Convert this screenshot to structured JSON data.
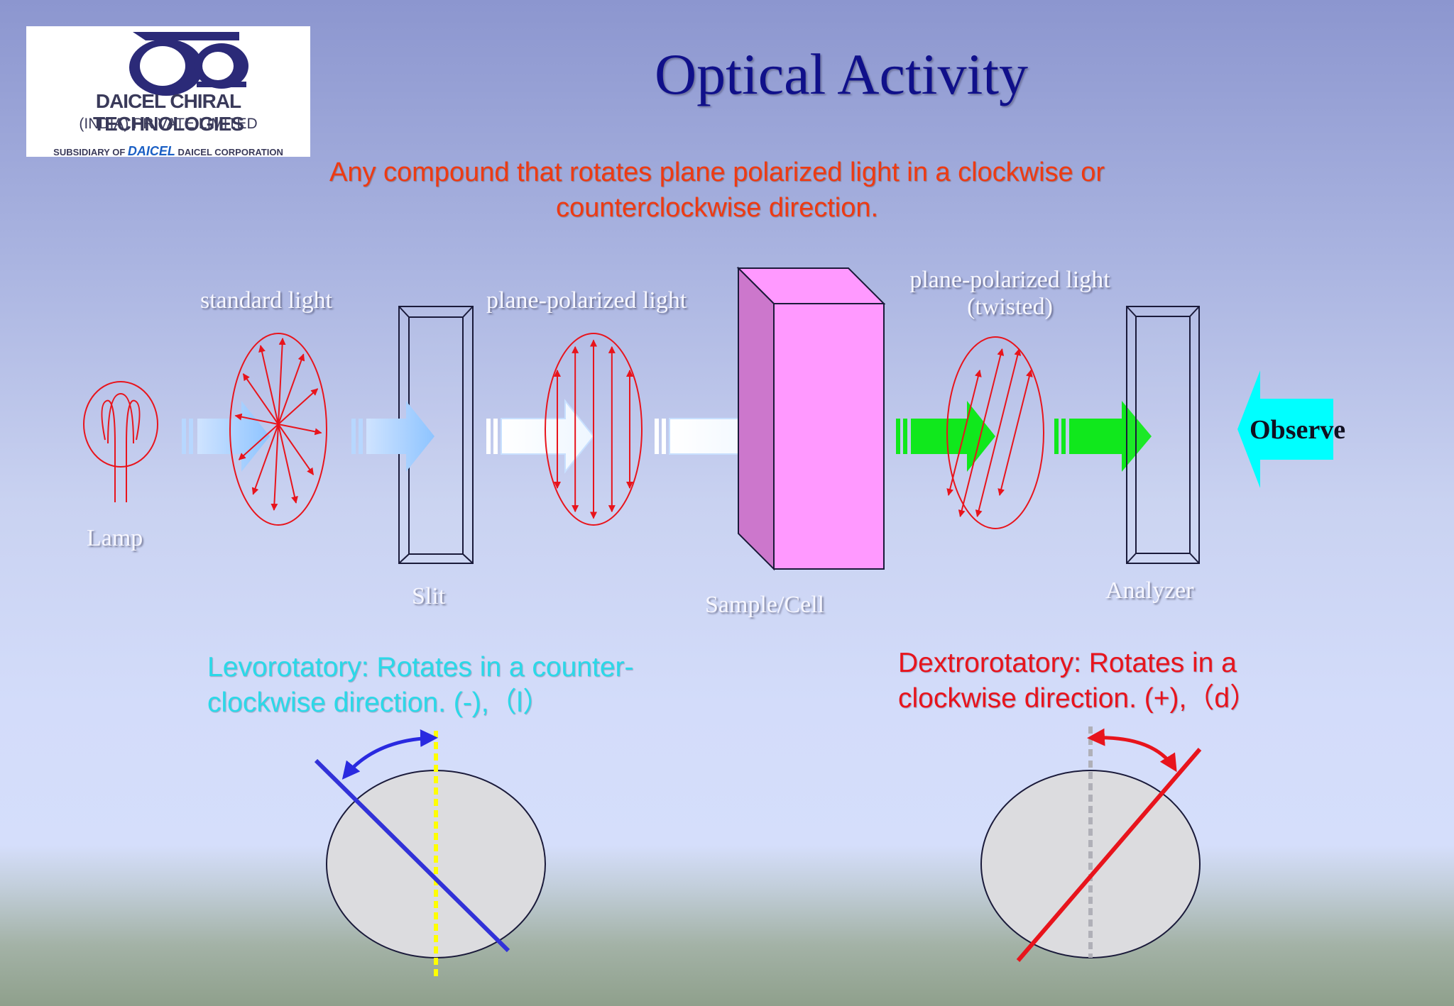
{
  "logo": {
    "line1": "DAICEL CHIRAL TECHNOLOGIES",
    "line2": "(INDIA) PRIVATE LIMITED",
    "line3_prefix": "SUBSIDIARY OF",
    "line3_brand": "DAICEL",
    "line3_suffix": "DAICEL CORPORATION"
  },
  "title": "Optical Activity",
  "subtitle": "Any compound that rotates plane polarized light in a clockwise or counterclockwise direction.",
  "diagram": {
    "lamp_label": "Lamp",
    "standard_light_label": "standard light",
    "slit_label": "Slit",
    "plane_polarized_label": "plane-polarized light",
    "sample_label": "Sample/Cell",
    "twisted_label_line1": "plane-polarized light",
    "twisted_label_line2": "(twisted)",
    "analyzer_label": "Analyzer",
    "observe_label": "Observe"
  },
  "levorotatory": {
    "line1": "Levorotatory: Rotates in a counter-",
    "line2": "clockwise direction. (-),（l）"
  },
  "dextrorotatory": {
    "line1": "Dextrorotatory: Rotates in a",
    "line2": "clockwise direction. (+),（d）"
  },
  "colors": {
    "title": "#10108a",
    "subtitle": "#ee3a12",
    "levo_text": "#2ad9e8",
    "dextro_text": "#e8141c",
    "sample_cell": "#ff99ff",
    "polarized_vectors": "#e8141c",
    "twisted_arrow": "#10e81c",
    "observe_arrow": "#00ffff"
  }
}
